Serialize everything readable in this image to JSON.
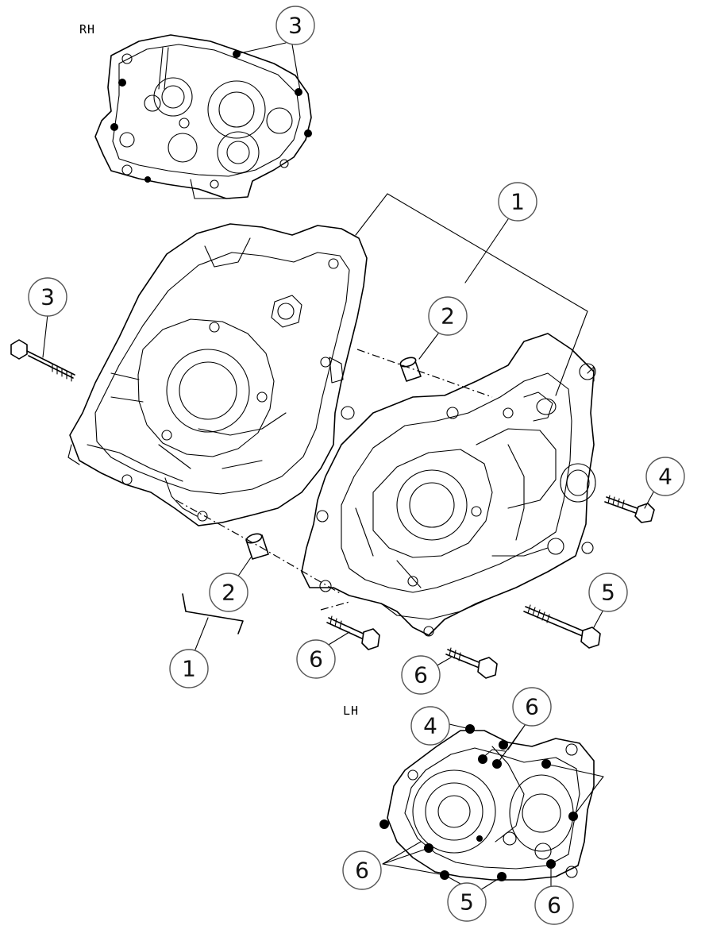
{
  "labels": {
    "rh": "RH",
    "lh": "LH"
  },
  "callouts": [
    {
      "id": "rh-3",
      "text": "3"
    },
    {
      "id": "top-1",
      "text": "1"
    },
    {
      "id": "left-3",
      "text": "3"
    },
    {
      "id": "top-2",
      "text": "2"
    },
    {
      "id": "right-4",
      "text": "4"
    },
    {
      "id": "bottom-2",
      "text": "2"
    },
    {
      "id": "right-5",
      "text": "5"
    },
    {
      "id": "bottom-1",
      "text": "1"
    },
    {
      "id": "mid-6",
      "text": "6"
    },
    {
      "id": "low-6",
      "text": "6"
    },
    {
      "id": "lh-4",
      "text": "4"
    },
    {
      "id": "lh-6-top",
      "text": "6"
    },
    {
      "id": "lh-6-left",
      "text": "6"
    },
    {
      "id": "lh-5",
      "text": "5"
    },
    {
      "id": "lh-6-bottom",
      "text": "6"
    }
  ]
}
